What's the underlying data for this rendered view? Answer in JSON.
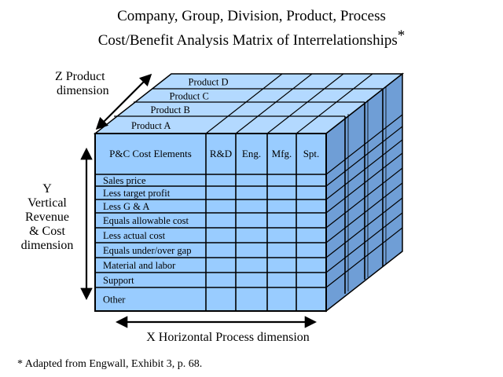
{
  "title": {
    "line1": "Company, Group, Division, Product, Process",
    "line2": "Cost/Benefit Analysis Matrix of Interrelationships",
    "asterisk": "*"
  },
  "z_axis": {
    "line1": "Z  Product",
    "line2": "dimension"
  },
  "y_axis": {
    "line1": "Y",
    "line2": "Vertical",
    "line3": "Revenue",
    "line4": "& Cost",
    "line5": "dimension"
  },
  "x_axis": {
    "label": "X  Horizontal Process dimension"
  },
  "products": [
    "Product A",
    "Product B",
    "Product C",
    "Product D"
  ],
  "matrix": {
    "corner_header": "P&C Cost Elements",
    "columns": [
      "R&D",
      "Eng.",
      "Mfg.",
      "Spt."
    ],
    "rows": [
      "Sales price",
      "Less target profit",
      "Less G & A",
      "Equals allowable cost",
      "Less actual cost",
      "Equals under/over gap",
      "Material and labor",
      "Support",
      "Other"
    ]
  },
  "colors": {
    "front": "#99ccff",
    "top": "#b3d9ff",
    "side": "#6f9ed6",
    "line": "#000000"
  },
  "footnote": "* Adapted from Engwall, Exhibit 3, p. 68."
}
